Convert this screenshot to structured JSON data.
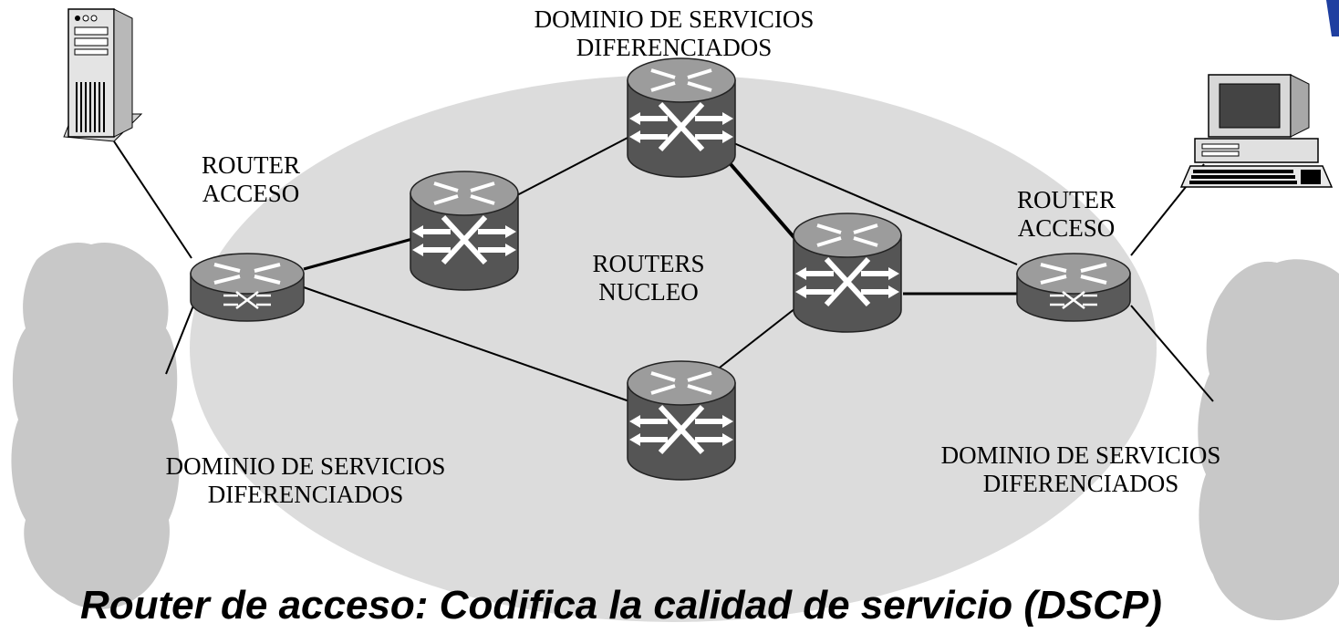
{
  "labels": {
    "domain_top": [
      "DOMINIO  DE SERVICIOS",
      "DIFERENCIADOS"
    ],
    "domain_left": [
      "DOMINIO  DE SERVICIOS",
      "DIFERENCIADOS"
    ],
    "domain_right": [
      "DOMINIO  DE SERVICIOS",
      "DIFERENCIADOS"
    ],
    "router_access_left": [
      "ROUTER",
      "ACCESO"
    ],
    "router_access_right": [
      "ROUTER",
      "ACCESO"
    ],
    "routers_core": [
      "ROUTERS",
      "NUCLEO"
    ]
  },
  "caption": "Router de acceso: Codifica la calidad de servicio (DSCP)",
  "colors": {
    "domain_fill": "#dcdcdc",
    "cloud_fill": "#c8c8c8",
    "router_top": "#9a9a9a",
    "router_body": "#555555",
    "link": "#000000",
    "accent": "#1f3fa0"
  },
  "icons": [
    "server-icon",
    "workstation-icon",
    "core-router-icon",
    "access-router-icon",
    "cloud-icon"
  ]
}
